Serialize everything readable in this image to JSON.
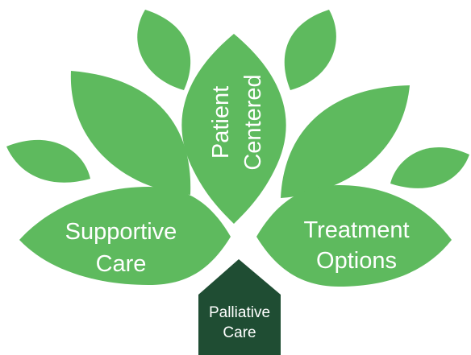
{
  "colors": {
    "leaf": "#5eba5e",
    "trunk": "#1f4d33",
    "text": "#ffffff"
  },
  "labels": {
    "center_line1": "Patient",
    "center_line2": "Centered",
    "left_line1": "Supportive",
    "left_line2": "Care",
    "right_line1": "Treatment",
    "right_line2": "Options",
    "trunk_line1": "Palliative",
    "trunk_line2": "Care"
  }
}
